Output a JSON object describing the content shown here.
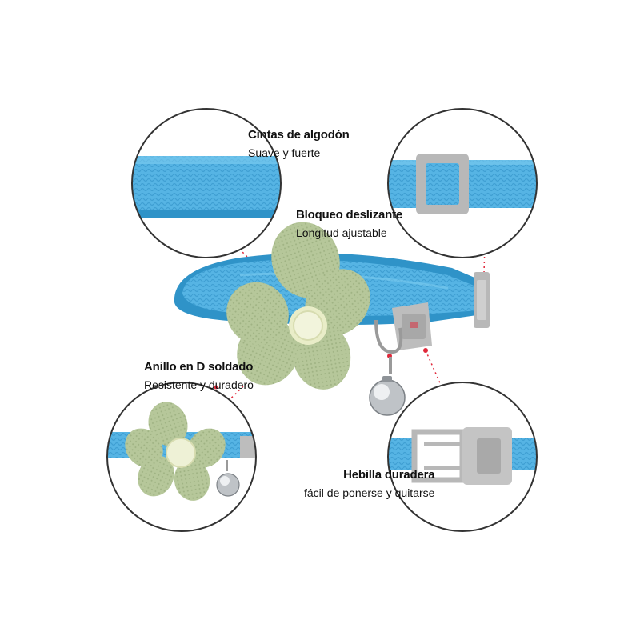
{
  "callouts": [
    {
      "title": "Cintas de algodón",
      "subtitle": "Suave y fuerte"
    },
    {
      "title": "Bloqueo deslizante",
      "subtitle": "Longitud ajustable"
    },
    {
      "title": "Anillo en D soldado",
      "subtitle": "Resistente y duradero"
    },
    {
      "title": "Hebilla duradera",
      "subtitle": "fácil de ponerse y quitarse"
    }
  ],
  "colors": {
    "collar_blue": "#56b4e4",
    "collar_blue_dark": "#2f93c8",
    "flower_green": "#b6c79a",
    "flower_center": "#e9edc8",
    "buckle_gray": "#b8b8b8",
    "callout_line": "#e0283a",
    "circle_border": "#333333"
  },
  "icons": [
    "cotton-strap-detail",
    "slide-lock-detail",
    "d-ring-bell-detail",
    "buckle-detail",
    "flower-charm",
    "bell-charm"
  ]
}
